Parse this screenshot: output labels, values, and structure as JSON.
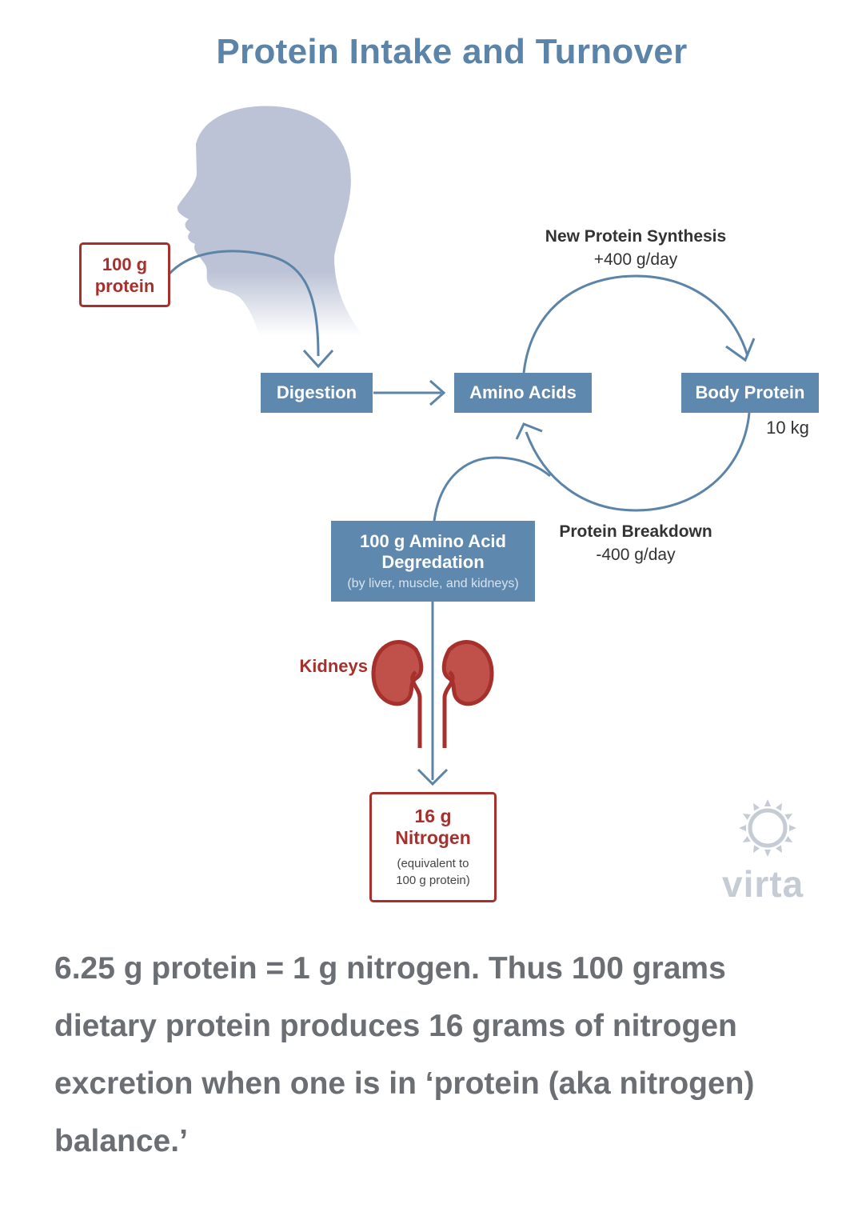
{
  "title": "Protein Intake and Turnover",
  "intake_box": {
    "line1": "100 g",
    "line2": "protein"
  },
  "digestion": "Digestion",
  "amino_acids": "Amino Acids",
  "body_protein": {
    "label": "Body Protein",
    "amount": "10 kg"
  },
  "synthesis": {
    "label": "New Protein Synthesis",
    "rate": "+400 g/day"
  },
  "breakdown": {
    "label": "Protein Breakdown",
    "rate": "-400 g/day"
  },
  "degradation": {
    "line1": "100 g Amino Acid",
    "line2": "Degredation",
    "note": "(by liver, muscle, and kidneys)"
  },
  "kidneys": "Kidneys",
  "nitrogen_box": {
    "line1": "16 g",
    "line2": "Nitrogen",
    "note1": "(equivalent to",
    "note2": "100 g protein)"
  },
  "logo": {
    "word": "virta",
    "icon": "sun-icon"
  },
  "caption": "6.25 g protein = 1 g nitrogen. Thus 100 grams dietary protein produces 16 grams of nitrogen excretion when one is in ‘protein (aka nitrogen) balance.’",
  "colors": {
    "title_blue": "#5b84a8",
    "box_blue": "#5e88ae",
    "arrow_blue": "#5b84a8",
    "red": "#a6302c",
    "kidney_fill": "#c0504a",
    "head_gray": "#bcc3d6",
    "caption_gray": "#6b6f74"
  }
}
